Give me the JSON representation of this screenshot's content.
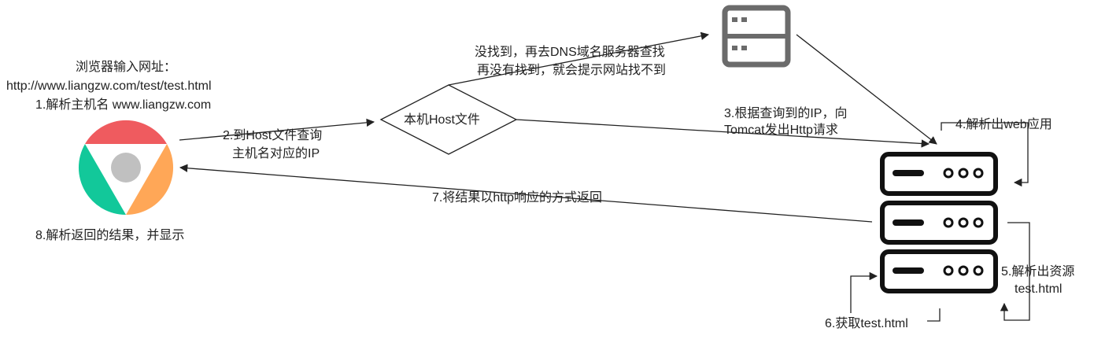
{
  "browser_note": {
    "line1": "浏览器输入网址：",
    "line2": "http://www.liangzw.com/test/test.html",
    "line3": "1.解析主机名 www.liangzw.com"
  },
  "host_file_node": "本机Host文件",
  "steps": {
    "host_lookup": [
      "2.到Host文件查询",
      "主机名对应的IP"
    ],
    "dns_lookup": [
      "没找到，再去DNS域名服务器查找",
      "再没有找到，就会提示网站找不到"
    ],
    "tomcat_request": [
      "3.根据查询到的IP，向",
      "Tomcat发出Http请求"
    ],
    "parse_web_app": "4.解析出web应用",
    "parse_resource": [
      "5.解析出资源",
      "test.html"
    ],
    "get_resource": "6.获取test.html",
    "http_response": "7.将结果以http响应的方式返回",
    "render": "8.解析返回的结果，并显示"
  },
  "icons": [
    "chrome-browser-icon",
    "dns-server-icon",
    "tomcat-server-icon"
  ],
  "colors": {
    "chrome_red": "#ef5b5f",
    "chrome_green": "#12c89a",
    "chrome_orange": "#ffa757",
    "chrome_center": "#c0c0c0",
    "dns_server": "#6b6b6b",
    "line": "#222222"
  }
}
